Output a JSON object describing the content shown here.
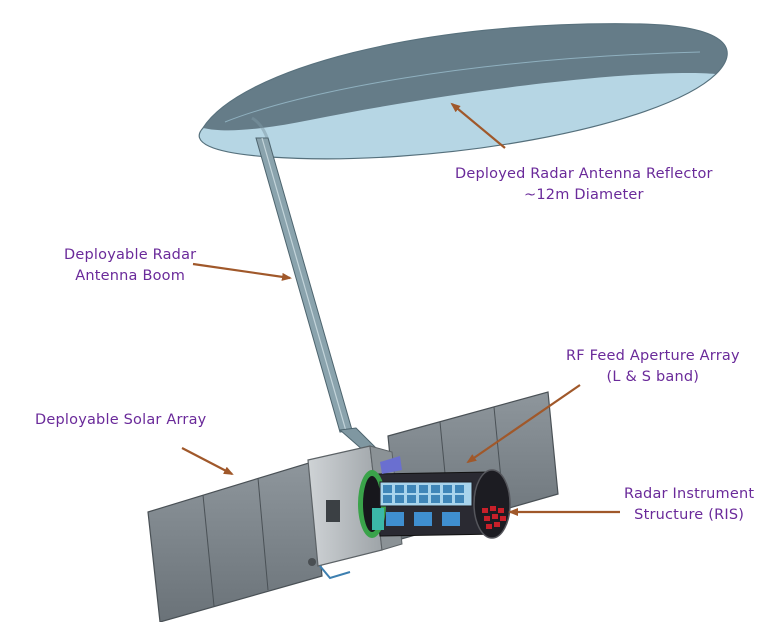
{
  "labels": {
    "reflector": {
      "line1": "Deployed  Radar Antenna Reflector",
      "line2": "~12m Diameter"
    },
    "boom": {
      "line1": "Deployable Radar",
      "line2": "Antenna Boom"
    },
    "feed": {
      "line1": "RF Feed Aperture Array",
      "line2": "(L & S band)"
    },
    "solar": {
      "line1": "Deployable Solar Array"
    },
    "ris": {
      "line1": "Radar Instrument",
      "line2": "Structure (RIS)"
    }
  },
  "colors": {
    "label_text": "#6a2a9a",
    "arrow": "#a0582a",
    "reflector_face": "#b6d6e4",
    "reflector_back": "#5e7480",
    "solar_panel": "#777f86",
    "boom": "#8aa3ad",
    "instrument_dark": "#2a2a32",
    "feed_elements": "#3f86b8",
    "ris_ring": "#3aa34a",
    "ris_face_accent": "#c8202a"
  }
}
